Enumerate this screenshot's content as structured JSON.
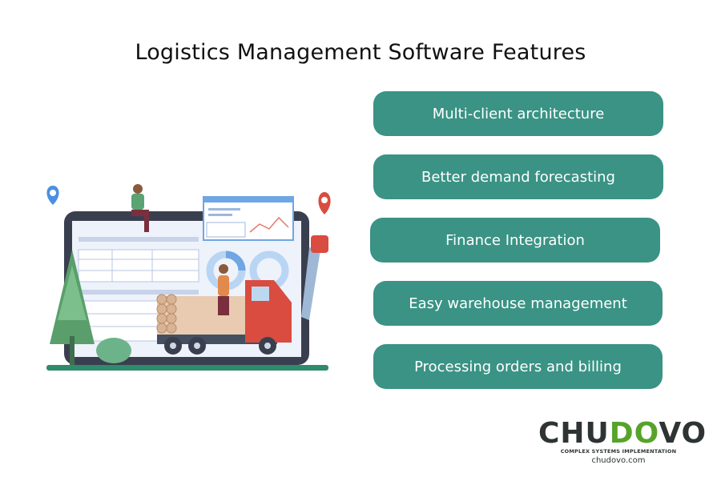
{
  "title": "Logistics Management Software Features",
  "features": [
    "Multi-client architecture",
    "Better demand forecasting",
    "Finance Integration",
    "Easy warehouse management",
    "Processing orders and billing"
  ],
  "colors": {
    "pill": "#3a9384",
    "title": "#111111",
    "logo_dark": "#2e3333",
    "logo_green": "#56a32a",
    "truck_red": "#d94c3f",
    "tree_green": "#5a9e6b"
  },
  "logo": {
    "part1": "CHU",
    "part2": "DO",
    "part3": "VO",
    "tagline": "COMPLEX SYSTEMS IMPLEMENTATION",
    "url": "chudovo.com"
  }
}
